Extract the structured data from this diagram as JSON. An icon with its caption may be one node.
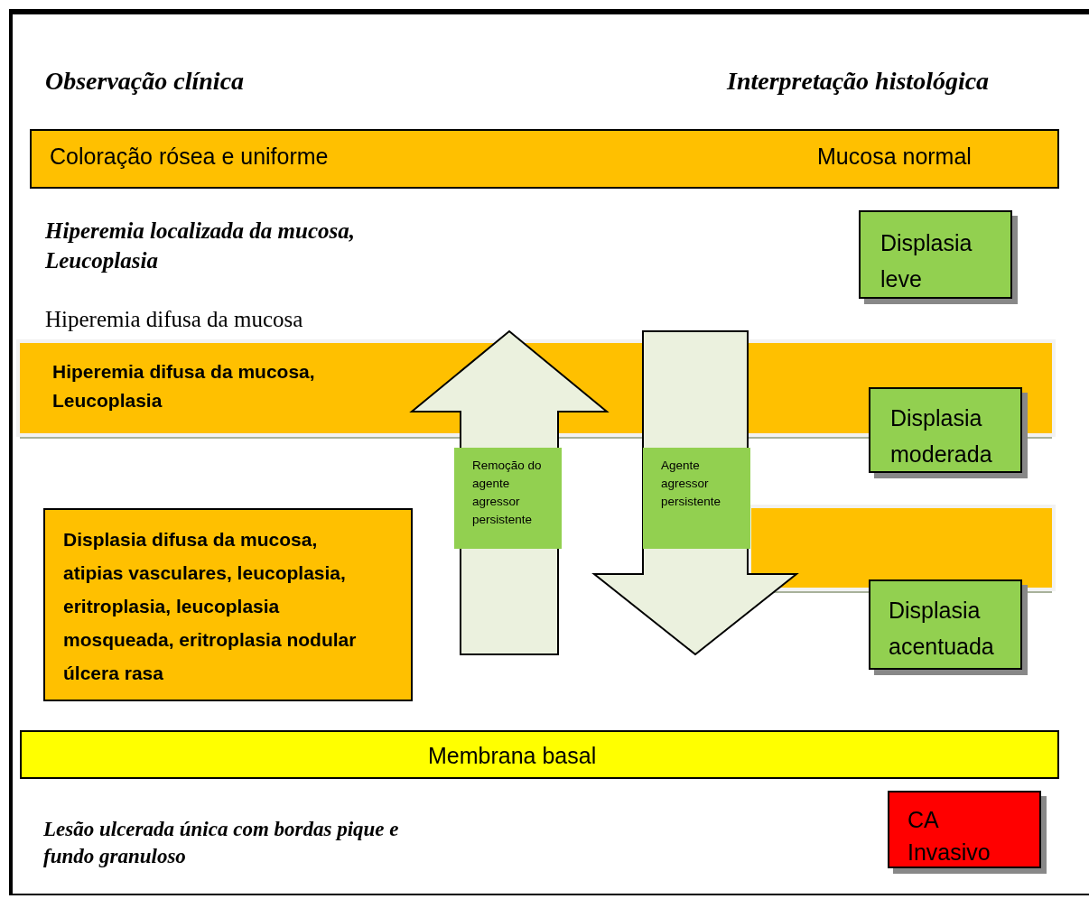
{
  "diagram": {
    "nodes": [
      {
        "text": [
          "Coloração rósea e uniforme",
          "Mucosa normal"
        ]
      },
      {
        "text": [
          "Displasia leve"
        ]
      },
      {
        "text": [
          "Hiperemia difusa da mucosa, Leucoplasia"
        ]
      },
      {
        "text": [
          "Displasia moderada"
        ]
      },
      {
        "text": [],
        "shape": "bar"
      },
      {
        "text": [
          "Displasia difusa da mucosa, atipias vasculares, leucoplasia, eritroplasia, leucoplasia mosqueada, eritroplasia nodular úlcera rasa"
        ]
      },
      {
        "text": [
          "Displasia acentuada"
        ]
      },
      {
        "text": [
          "Membrana basal"
        ]
      },
      {
        "text": [
          "CA Invasivo"
        ]
      }
    ],
    "edges": [
      {
        "from": 4,
        "to": 2,
        "arrow": "to",
        "label": "Remoção do agente agressor persistente"
      },
      {
        "from": 2,
        "to": 4,
        "arrow": "to",
        "label": "Agente agressor persistente"
      }
    ],
    "labels": [
      "Observação clínica",
      "Interpretação histológica",
      "Hiperemia localizada da mucosa, Leucoplasia",
      "Hiperemia difusa da mucosa",
      "Lesão ulcerada única com bordas pique e fundo granuloso"
    ]
  }
}
